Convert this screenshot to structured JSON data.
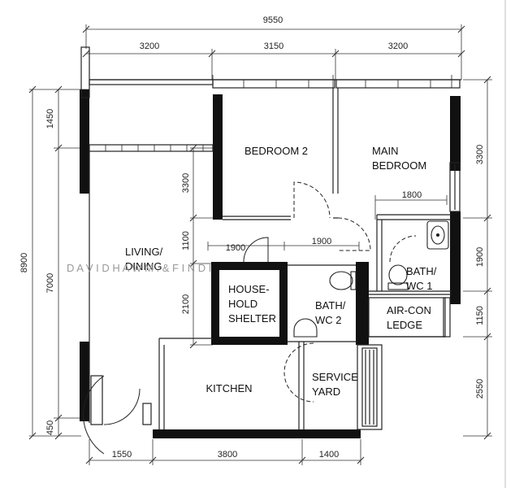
{
  "plan": {
    "dimensions": {
      "top_total": "9550",
      "top_seg1": "3200",
      "top_seg2": "3150",
      "top_seg3": "3200",
      "left_total": "8900",
      "left_seg1": "1450",
      "left_seg2": "7000",
      "left_seg3": "450",
      "inner_3300": "3300",
      "inner_1100": "1100",
      "inner_2100": "2100",
      "right_3300": "3300",
      "right_1900": "1900",
      "right_1150": "1150",
      "right_2550": "2550",
      "bottom_1550": "1550",
      "bottom_3800": "3800",
      "bottom_1400": "1400",
      "mid_1900_a": "1900",
      "mid_1900_b": "1900",
      "mid_1800": "1800"
    },
    "rooms": {
      "bedroom2": "BEDROOM 2",
      "main_bedroom_1": "MAIN",
      "main_bedroom_2": "BEDROOM",
      "living_1": "LIVING/",
      "living_2": "DINING",
      "shelter_1": "HOUSE-",
      "shelter_2": "HOLD",
      "shelter_3": "SHELTER",
      "bath2_1": "BATH/",
      "bath2_2": "WC 2",
      "bath1_1": "BATH/",
      "bath1_2": "WC 1",
      "aircon_1": "AIR-CON",
      "aircon_2": "LEDGE",
      "kitchen": "KITCHEN",
      "service_1": "SERVICE",
      "service_2": "YARD"
    },
    "watermark": "D A V I D H A W M . & F I N D I"
  }
}
